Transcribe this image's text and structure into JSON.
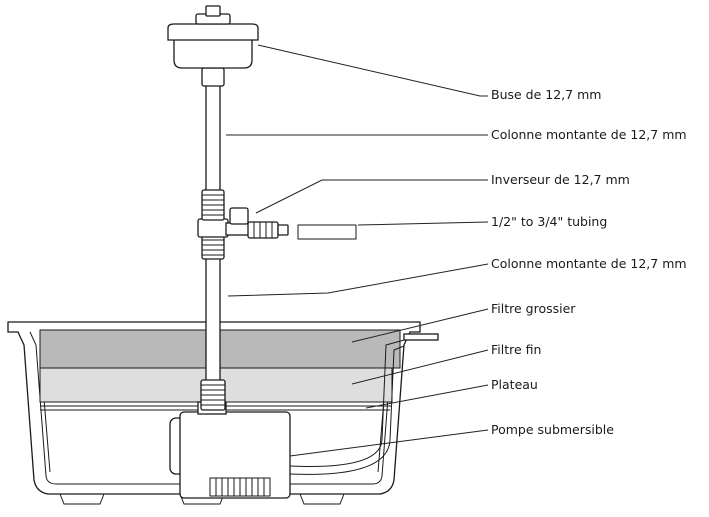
{
  "labels": {
    "nozzle": "Buse de 12,7 mm",
    "riser_top": "Colonne montante de 12,7 mm",
    "diverter": "Inverseur de 12,7 mm",
    "tubing": "1/2\" to 3/4\" tubing",
    "riser_bottom": "Colonne montante de 12,7 mm",
    "coarse_filter": "Filtre grossier",
    "fine_filter": "Filtre fin",
    "tray": "Plateau",
    "pump": "Pompe submersible"
  },
  "colors": {
    "coarse_filter": "#b9b9b9",
    "fine_filter": "#dedede",
    "outline": "#1a1a1a"
  }
}
